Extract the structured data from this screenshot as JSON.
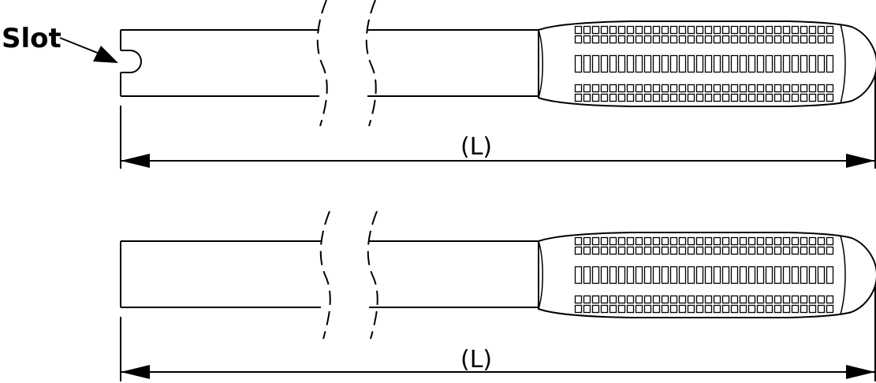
{
  "callout": {
    "slot_label": "Slot"
  },
  "dimensions": {
    "top_length_label": "(L)",
    "bottom_length_label": "(L)"
  },
  "colors": {
    "line": "#000000",
    "background": "#ffffff"
  }
}
